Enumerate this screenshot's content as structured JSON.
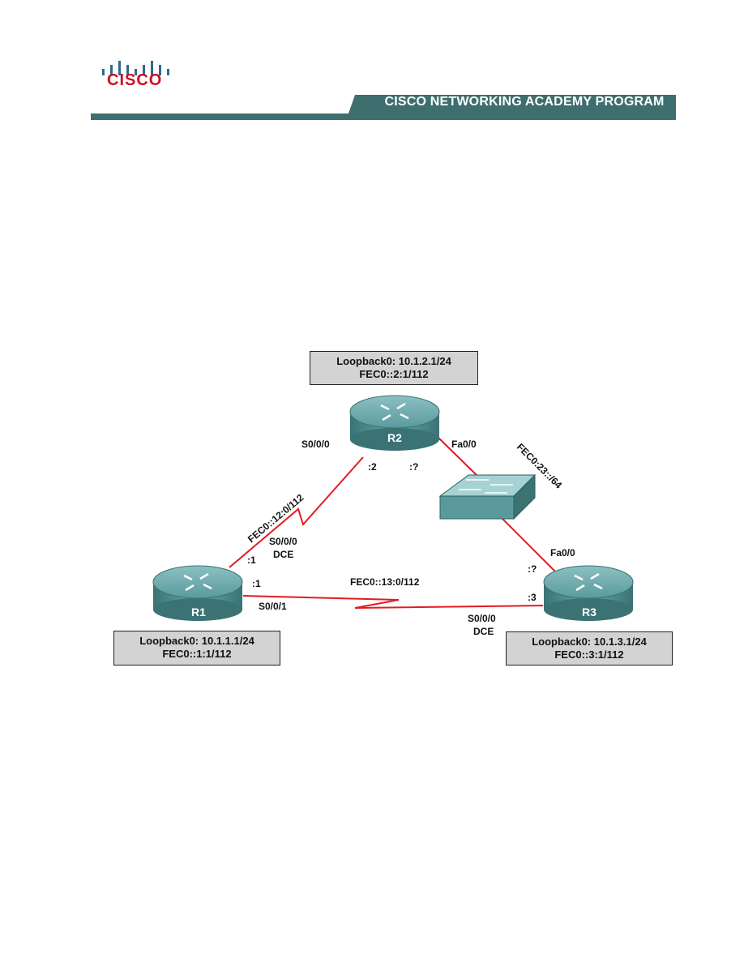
{
  "header": {
    "brand": "CISCO",
    "program_title": "CISCO NETWORKING ACADEMY PROGRAM"
  },
  "colors": {
    "header_teal": "#3e6e6e",
    "link_red": "#e21b23",
    "router_teal": "#5a9a9d",
    "logo_red": "#cc1122"
  },
  "routers": {
    "r1": {
      "name": "R1",
      "loopback": "Loopback0: 10.1.1.1/24",
      "ipv6": "FEC0::1:1/112"
    },
    "r2": {
      "name": "R2",
      "loopback": "Loopback0: 10.1.2.1/24",
      "ipv6": "FEC0::2:1/112"
    },
    "r3": {
      "name": "R3",
      "loopback": "Loopback0: 10.1.3.1/24",
      "ipv6": "FEC0::3:1/112"
    }
  },
  "links": {
    "r1_r2": {
      "network": "FEC0::12:0/112",
      "r2_if": "S0/0/0",
      "r2_host": ":2",
      "r1_if": "S0/0/0",
      "r1_dce": "DCE",
      "r1_host": ":1"
    },
    "r1_r3": {
      "network": "FEC0::13:0/112",
      "r1_if": "S0/0/1",
      "r1_host": ":1",
      "r3_if": "S0/0/0",
      "r3_dce": "DCE",
      "r3_host": ":3"
    },
    "lan": {
      "network": "FEC0:23::/64",
      "r2_if": "Fa0/0",
      "r2_host": ":?",
      "r3_if": "Fa0/0",
      "r3_host": ":?"
    }
  }
}
